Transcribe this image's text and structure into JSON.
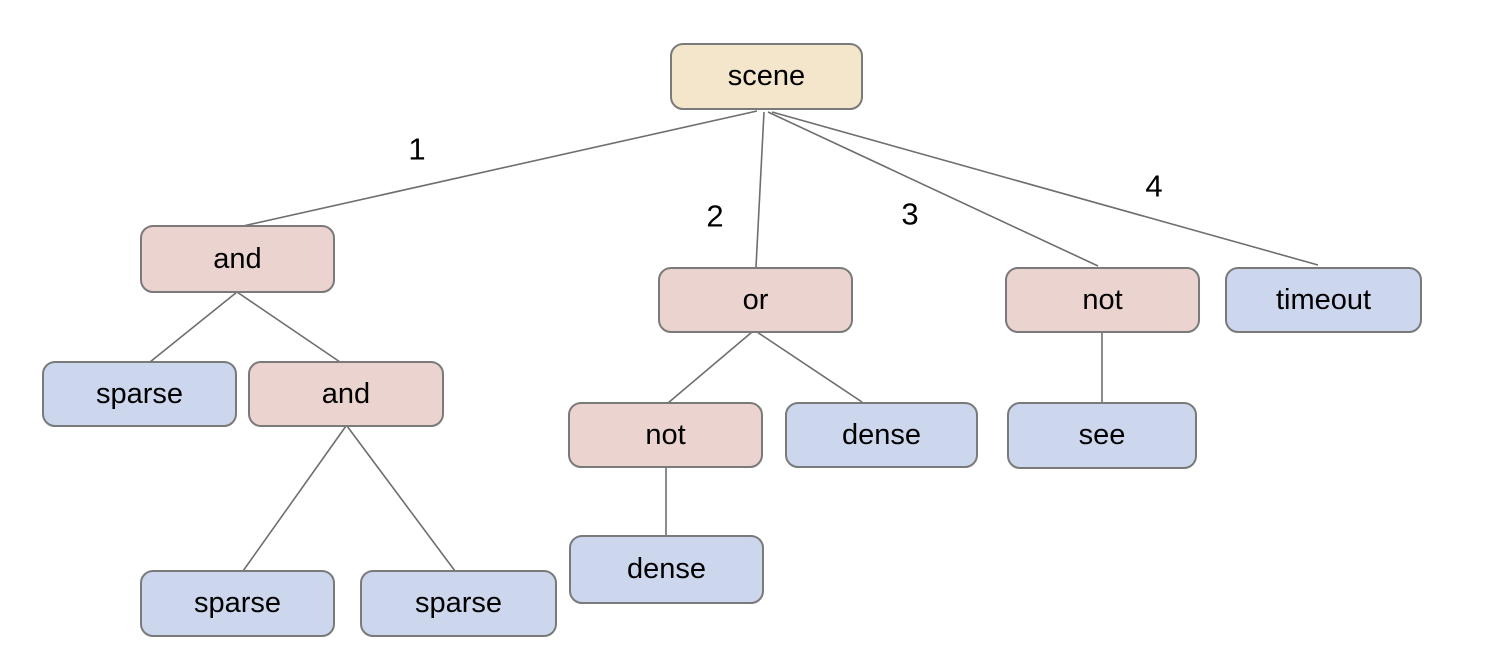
{
  "colors": {
    "background": "#ffffff",
    "root_node_fill": "#f3e6cb",
    "operator_node_fill": "#ebd3d0",
    "leaf_node_fill": "#ccd6ed",
    "node_border": "#7a7a7a",
    "edge_line": "#6e6e6e",
    "text": "#000000"
  },
  "nodes": [
    {
      "id": "scene",
      "label": "scene",
      "type": "root"
    },
    {
      "id": "and-1",
      "label": "and",
      "type": "operator"
    },
    {
      "id": "or-1",
      "label": "or",
      "type": "operator"
    },
    {
      "id": "not-1",
      "label": "not",
      "type": "operator"
    },
    {
      "id": "timeout-1",
      "label": "timeout",
      "type": "leaf"
    },
    {
      "id": "sparse-1",
      "label": "sparse",
      "type": "leaf"
    },
    {
      "id": "and-2",
      "label": "and",
      "type": "operator"
    },
    {
      "id": "not-2",
      "label": "not",
      "type": "operator"
    },
    {
      "id": "dense-1",
      "label": "dense",
      "type": "leaf"
    },
    {
      "id": "see-1",
      "label": "see",
      "type": "leaf"
    },
    {
      "id": "sparse-2",
      "label": "sparse",
      "type": "leaf"
    },
    {
      "id": "sparse-3",
      "label": "sparse",
      "type": "leaf"
    },
    {
      "id": "dense-2",
      "label": "dense",
      "type": "leaf"
    }
  ],
  "edge_labels": [
    {
      "label": "1"
    },
    {
      "label": "2"
    },
    {
      "label": "3"
    },
    {
      "label": "4"
    }
  ],
  "tree": {
    "label": "scene",
    "children": [
      {
        "edge": "1",
        "label": "and",
        "children": [
          {
            "label": "sparse"
          },
          {
            "label": "and",
            "children": [
              {
                "label": "sparse"
              },
              {
                "label": "sparse"
              }
            ]
          }
        ]
      },
      {
        "edge": "2",
        "label": "or",
        "children": [
          {
            "label": "not",
            "children": [
              {
                "label": "dense"
              }
            ]
          },
          {
            "label": "dense"
          }
        ]
      },
      {
        "edge": "3",
        "label": "not",
        "children": [
          {
            "label": "see"
          }
        ]
      },
      {
        "edge": "4",
        "label": "timeout"
      }
    ]
  }
}
